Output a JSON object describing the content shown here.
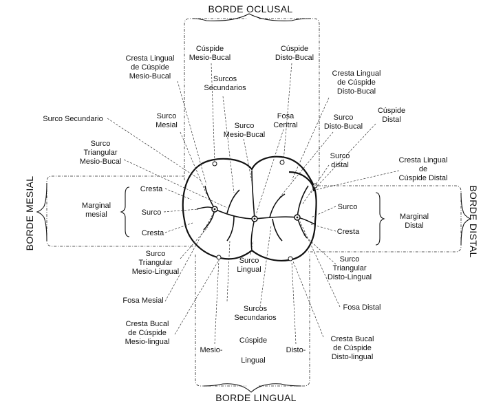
{
  "borders": {
    "occlusal": "BORDE OCLUSAL",
    "lingual": "BORDE LINGUAL",
    "mesial": "BORDE MESIAL",
    "distal": "BORDE DISTAL"
  },
  "labels": {
    "cuspide_mesio_bucal": [
      "Cúspide",
      "Mesio-Bucal"
    ],
    "cuspide_disto_bucal": [
      "Cúspide",
      "Disto-Bucal"
    ],
    "cresta_lingual_mesio_bucal": [
      "Cresta Lingual",
      "de Cúspide",
      "Mesio-Bucal"
    ],
    "cresta_lingual_disto_bucal": [
      "Cresta Lingual",
      "de Cúspide",
      "Disto-Bucal"
    ],
    "surcos_secundarios_top": [
      "Surcos",
      "Secundarios"
    ],
    "surco_secundario": [
      "Surco Secundario"
    ],
    "surco_mesial": [
      "Surco",
      "Mesial"
    ],
    "surco_mesio_bucal": [
      "Surco",
      "Mesio-Bucal"
    ],
    "fosa_central": [
      "Fosa",
      "Central"
    ],
    "surco_disto_bucal": [
      "Surco",
      "Disto-Bucal"
    ],
    "cuspide_distal": [
      "Cúspide",
      "Distal"
    ],
    "surco_triangular_mesio_bucal": [
      "Surco",
      "Triangular",
      "Mesio-Bucal"
    ],
    "surco_distal": [
      "Surco",
      "distal"
    ],
    "cresta_lingual_cuspide_distal": [
      "Cresta Lingual",
      "de",
      "Cúspide Distal"
    ],
    "mesial_cresta_top": [
      "Cresta"
    ],
    "mesial_surco": [
      "Surco"
    ],
    "mesial_cresta_bottom": [
      "Cresta"
    ],
    "marginal_mesial": [
      "Marginal",
      "mesial"
    ],
    "distal_surco": [
      "Surco"
    ],
    "distal_cresta": [
      "Cresta"
    ],
    "marginal_distal": [
      "Marginal",
      "Distal"
    ],
    "surco_triangular_mesio_lingual": [
      "Surco",
      "Triangular",
      "Mesio-Lingual"
    ],
    "surco_lingual": [
      "Surco",
      "Lingual"
    ],
    "surco_triangular_disto_lingual": [
      "Surco",
      "Triangular",
      "Disto-Lingual"
    ],
    "fosa_mesial": [
      "Fosa Mesial"
    ],
    "fosa_distal": [
      "Fosa Distal"
    ],
    "surcos_secundarios_bottom": [
      "Surcos",
      "Secundarios"
    ],
    "cresta_bucal_mesio_lingual": [
      "Cresta Bucal",
      "de Cúspide",
      "Mesio-lingual"
    ],
    "cresta_bucal_disto_lingual": [
      "Cresta Bucal",
      "de Cúspide",
      "Disto-lingual"
    ],
    "cuspide_lingual_mesio": [
      "Mesio-"
    ],
    "cuspide_lingual_cuspide": [
      "Cúspide"
    ],
    "cuspide_lingual_disto": [
      "Disto-"
    ],
    "cuspide_lingual_lingual": [
      "Lingual"
    ]
  }
}
